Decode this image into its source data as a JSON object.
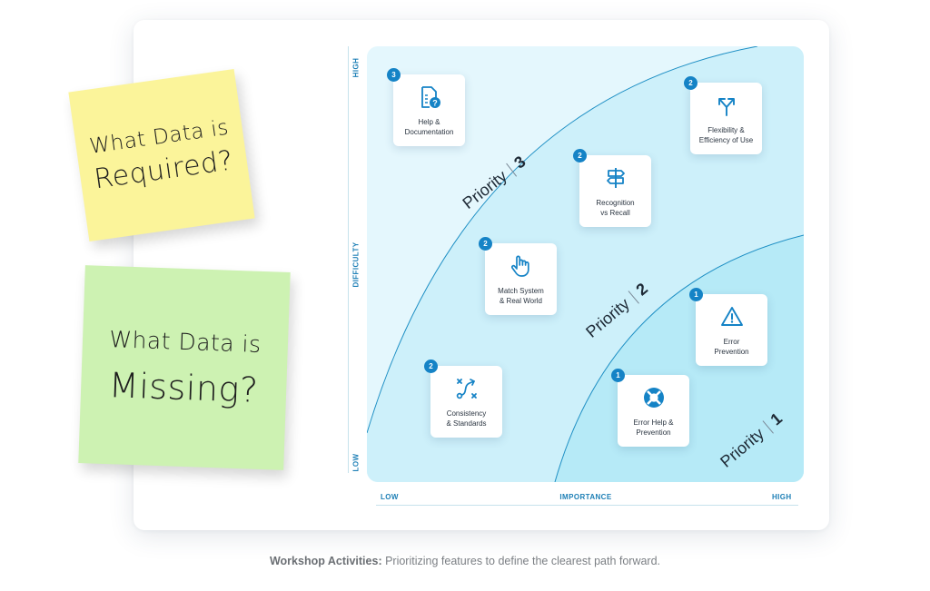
{
  "sticky_notes": [
    {
      "line1": "What Data is",
      "line2": "Required?",
      "color": "#fbf49a"
    },
    {
      "line1": "What Data is",
      "line2": "Missing?",
      "color": "#cdf2b2"
    }
  ],
  "axes": {
    "y_label": "DIFFICULTY",
    "y_high": "HIGH",
    "y_low": "LOW",
    "x_label": "IMPORTANCE",
    "x_low": "LOW",
    "x_high": "HIGH"
  },
  "zones": [
    {
      "priority_label": "Priority",
      "priority_number": "3",
      "color": "#e4f7fd"
    },
    {
      "priority_label": "Priority",
      "priority_number": "2",
      "color": "#cdf0fa"
    },
    {
      "priority_label": "Priority",
      "priority_number": "1",
      "color": "#b6eaf7"
    }
  ],
  "features": [
    {
      "badge": "3",
      "label": "Help &\nDocumentation",
      "icon": "document-help-icon",
      "importance": 0.1,
      "difficulty": 0.9
    },
    {
      "badge": "2",
      "label": "Flexibility &\nEfficiency of Use",
      "icon": "split-arrows-icon",
      "importance": 0.85,
      "difficulty": 0.9
    },
    {
      "badge": "2",
      "label": "Recognition\nvs Recall",
      "icon": "signpost-icon",
      "importance": 0.6,
      "difficulty": 0.7
    },
    {
      "badge": "2",
      "label": "Match System\n& Real World",
      "icon": "hand-pointer-icon",
      "importance": 0.4,
      "difficulty": 0.5
    },
    {
      "badge": "1",
      "label": "Error\nPrevention",
      "icon": "warning-icon",
      "importance": 0.85,
      "difficulty": 0.35
    },
    {
      "badge": "2",
      "label": "Consistency\n& Standards",
      "icon": "route-icon",
      "importance": 0.2,
      "difficulty": 0.2
    },
    {
      "badge": "1",
      "label": "Error Help &\nPrevention",
      "icon": "lifebuoy-icon",
      "importance": 0.65,
      "difficulty": 0.15
    }
  ],
  "accent_color": "#1583c6",
  "caption": {
    "bold": "Workshop Activities:",
    "rest": " Prioritizing features to define the clearest path forward."
  }
}
